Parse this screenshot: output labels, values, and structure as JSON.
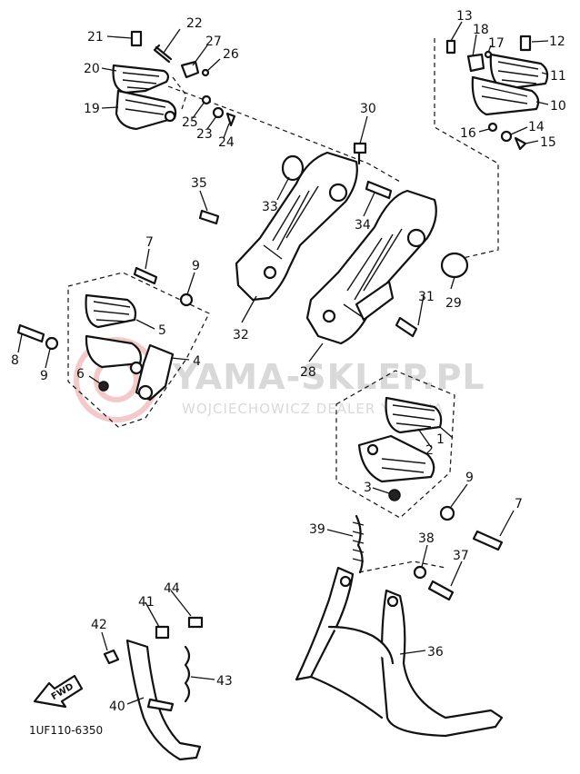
{
  "watermark": {
    "brand": "YAMA-SKLEP.PL",
    "tagline": "WOJCIECHOWICZ DEALER YAMAHA"
  },
  "diagram_code": "1UF110-6350",
  "fwd_label": "FWD",
  "callouts": {
    "c1": "1",
    "c2": "2",
    "c3": "3",
    "c4": "4",
    "c5": "5",
    "c6": "6",
    "c7a": "7",
    "c7b": "7",
    "c8": "8",
    "c9a": "9",
    "c9b": "9",
    "c9c": "9",
    "c10": "10",
    "c11": "11",
    "c12": "12",
    "c13": "13",
    "c14": "14",
    "c15": "15",
    "c16": "16",
    "c17": "17",
    "c18": "18",
    "c19": "19",
    "c20": "20",
    "c21": "21",
    "c22": "22",
    "c23": "23",
    "c24": "24",
    "c25": "25",
    "c26": "26",
    "c27": "27",
    "c28": "28",
    "c29": "29",
    "c30": "30",
    "c31": "31",
    "c32": "32",
    "c33": "33",
    "c34": "34",
    "c35": "35",
    "c36": "36",
    "c37": "37",
    "c38": "38",
    "c39": "39",
    "c40": "40",
    "c41": "41",
    "c42": "42",
    "c43": "43",
    "c44": "44"
  }
}
